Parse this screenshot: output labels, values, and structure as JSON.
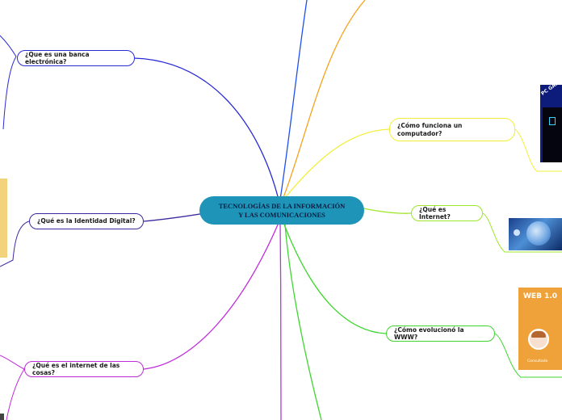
{
  "center": {
    "title": "TECNOLOGÍAS DE LA INFORMACIÓN Y LAS COMUNICACIONES"
  },
  "topics": {
    "banca": "¿Que es una banca electrónica?",
    "identidad": "¿Qué es la Identidad Digital?",
    "iot": "¿Qué es el internet de las cosas?",
    "computador": "¿Cómo funciona un computador?",
    "internet": "¿Qué es Internet?",
    "www": "¿Cómo evolucionó la WWW?"
  },
  "images": {
    "pc_case_text": "PC GAM",
    "web_title": "WEB 1.0",
    "web_caption": "Consultado"
  },
  "colors": {
    "center_fill": "#1d94b8",
    "banca": "#2b2bd6",
    "identidad": "#3a2aa0",
    "iot": "#c02bdc",
    "computador": "#f2ef3a",
    "internet": "#9ee62a",
    "www": "#3ed62f",
    "top_blue": "#1e4ff0",
    "top_orange": "#f5a21f",
    "bottom_green": "#3ed62f",
    "bottom_purple": "#b23ad8"
  }
}
